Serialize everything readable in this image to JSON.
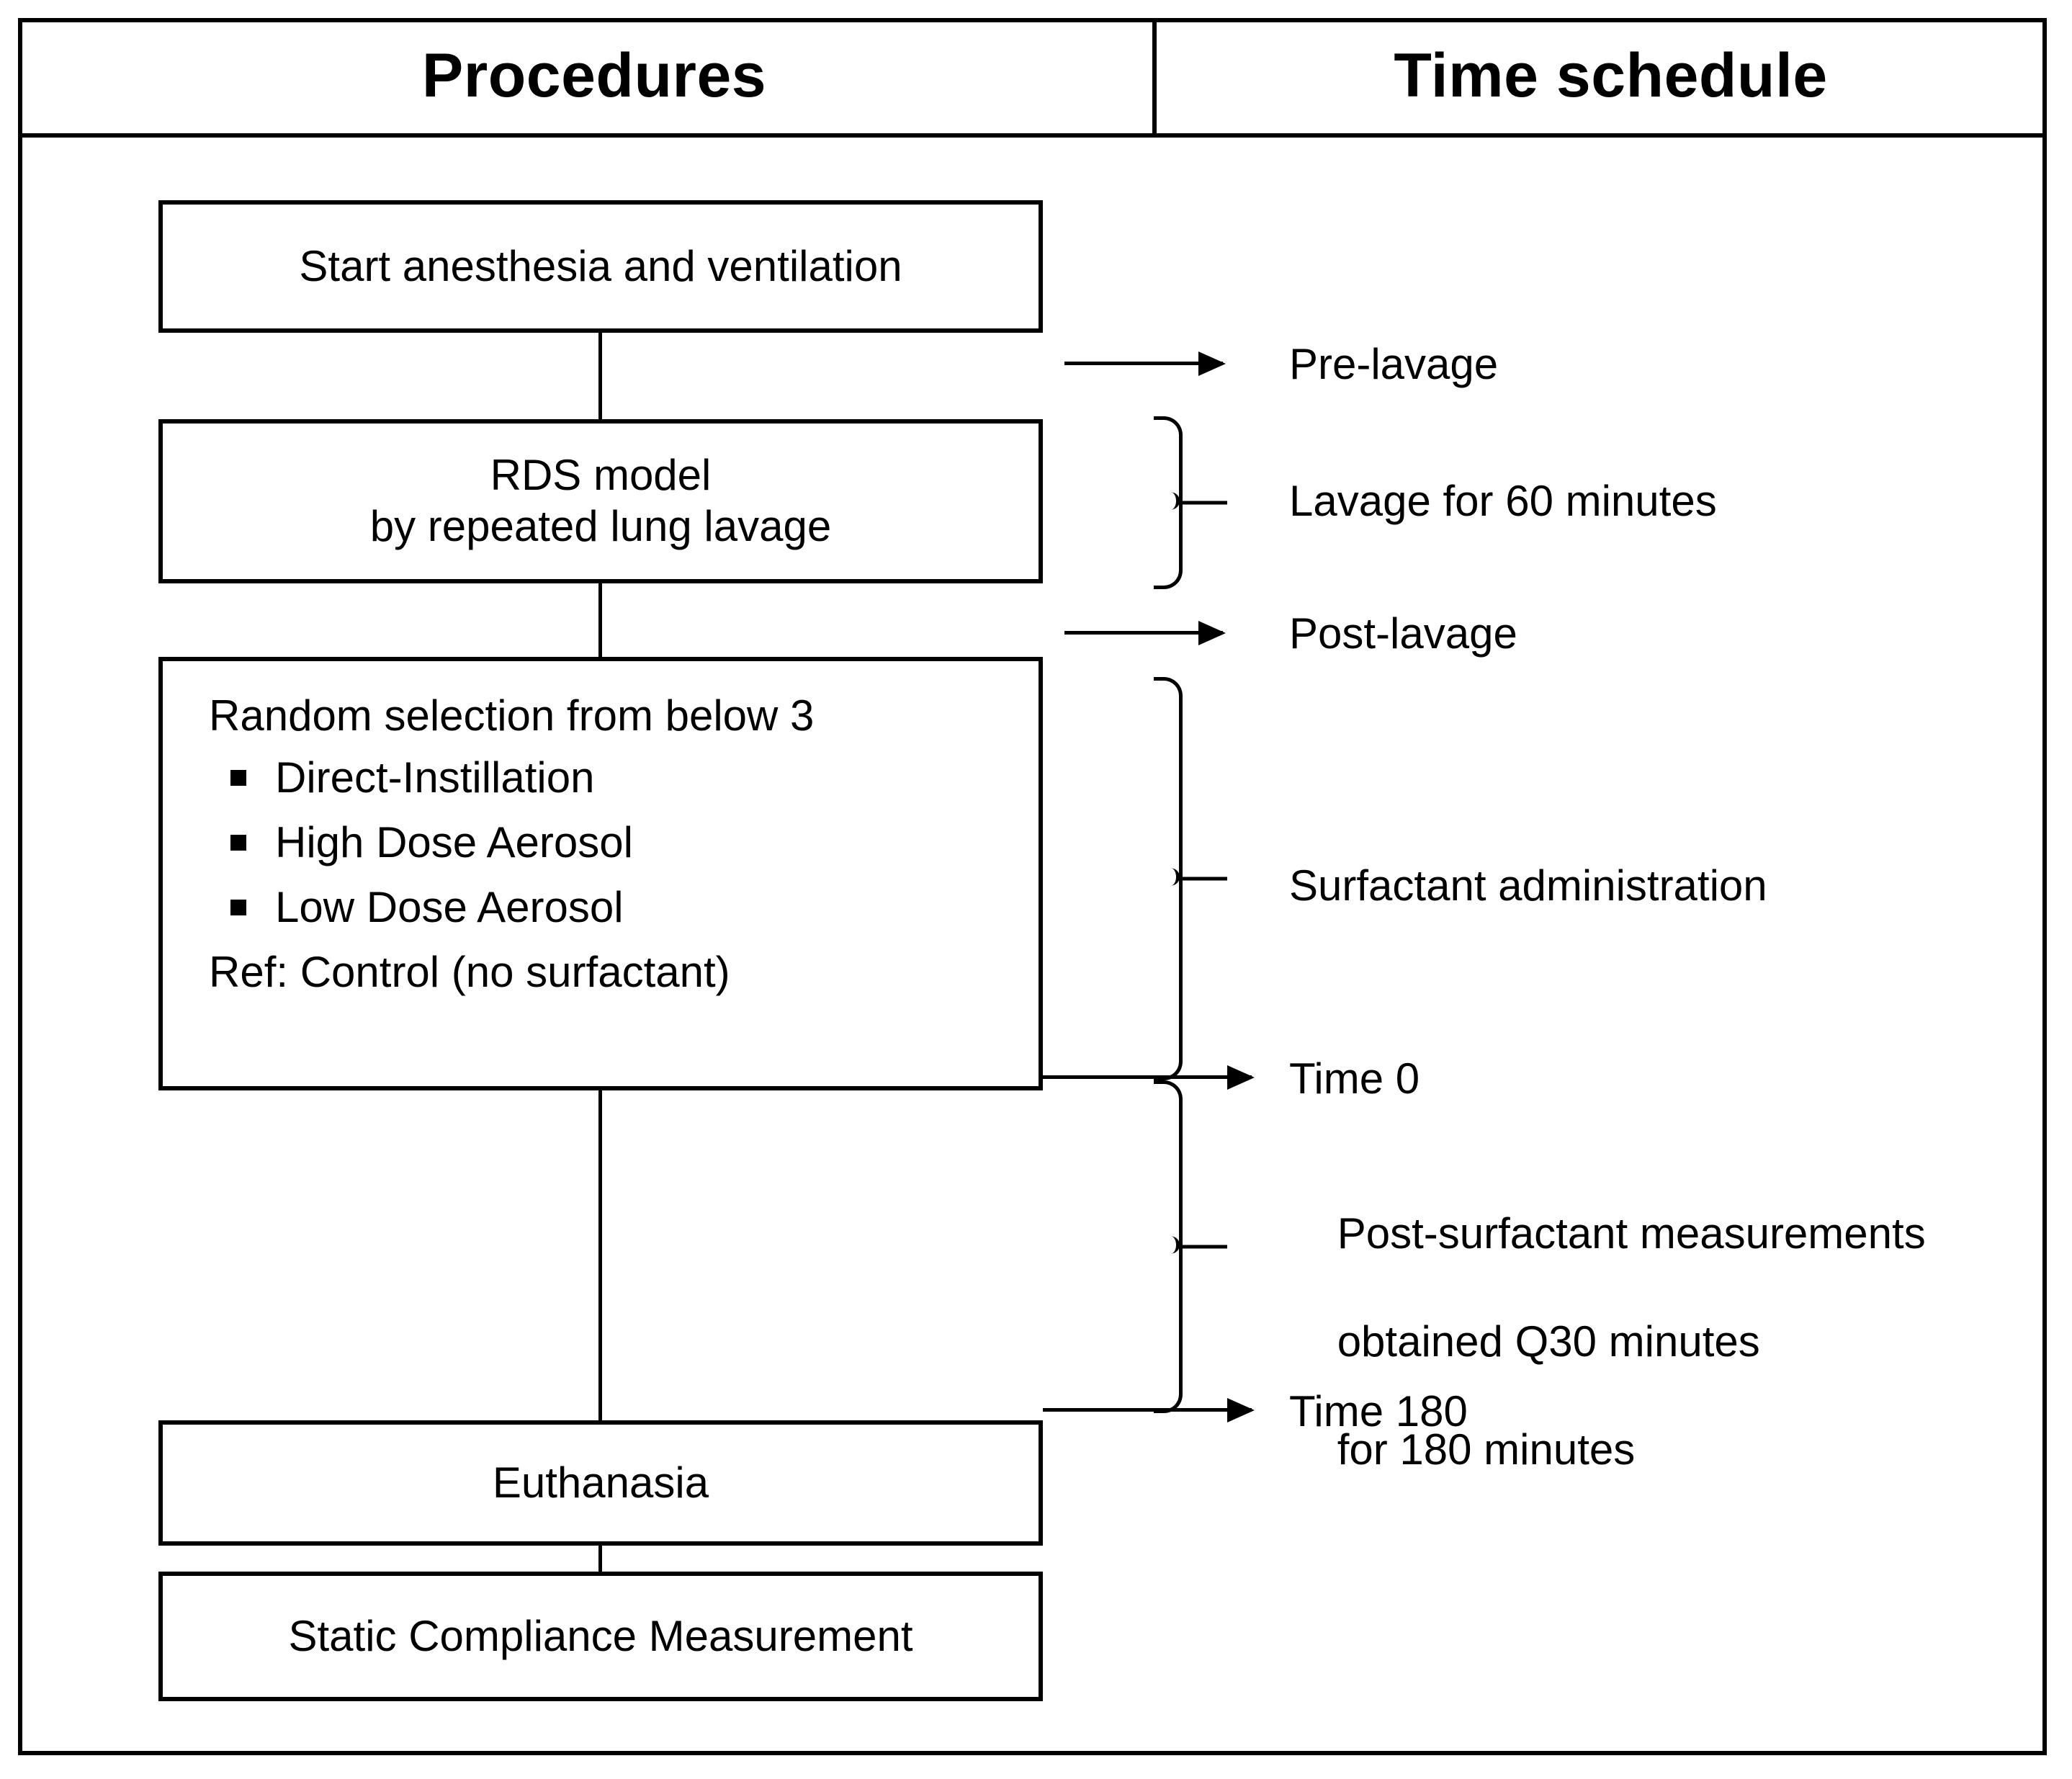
{
  "header": {
    "left_title": "Procedures",
    "right_title": "Time schedule"
  },
  "procedures": {
    "start": "Start anesthesia and ventilation",
    "rds_line1": "RDS model",
    "rds_line2": "by repeated lung lavage",
    "random": {
      "heading": "Random selection from below 3",
      "options": [
        "Direct-Instillation",
        "High Dose Aerosol",
        "Low Dose Aerosol"
      ],
      "reference": "Ref: Control (no surfactant)"
    },
    "euthanasia": "Euthanasia",
    "static_compliance": "Static Compliance Measurement"
  },
  "time_schedule": {
    "pre_lavage": "Pre-lavage",
    "lavage_60": "Lavage for 60 minutes",
    "post_lavage": "Post-lavage",
    "surfactant_administration": "Surfactant administration",
    "time_0": "Time 0",
    "post_measurements_line1": "Post-surfactant measurements",
    "post_measurements_line2": "obtained Q30 minutes",
    "post_measurements_line3": "for 180 minutes",
    "time_180": "Time 180"
  },
  "colors": {
    "stroke": "#000000",
    "background": "#ffffff"
  }
}
